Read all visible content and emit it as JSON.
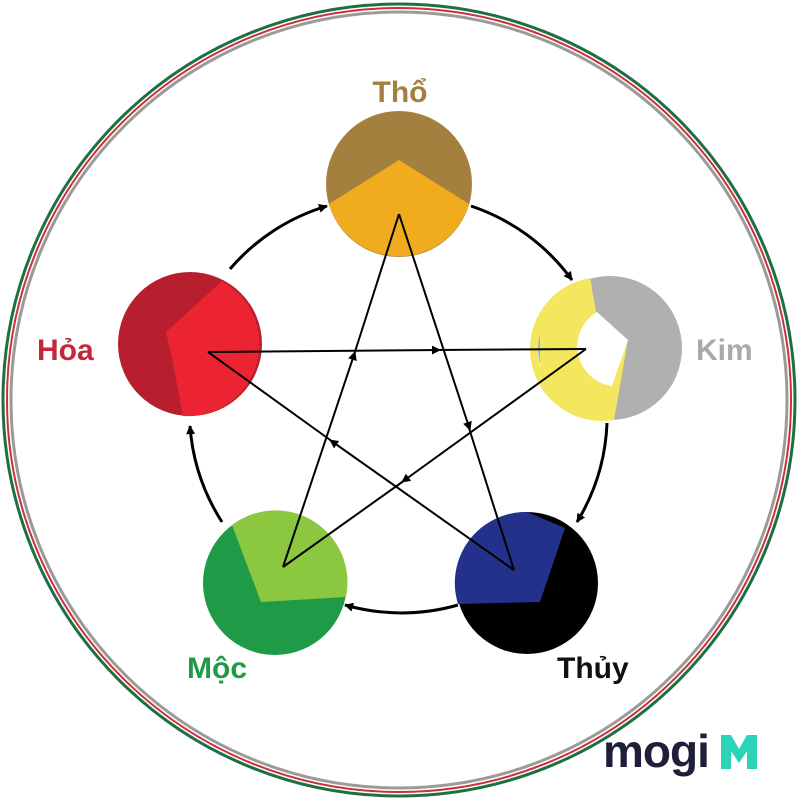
{
  "elements": [
    {
      "id": "tho",
      "label": "Thổ",
      "label_color": "#a4803e",
      "outer_color": "#a4803e",
      "inner_color": "#f0ab1f"
    },
    {
      "id": "kim",
      "label": "Kim",
      "label_color": "#a9a9a9",
      "outer_color": "#b0b0b0",
      "inner_color": "#f3e760"
    },
    {
      "id": "thuy",
      "label": "Thủy",
      "label_color": "#111111",
      "outer_color": "#000000",
      "inner_color": "#24318a"
    },
    {
      "id": "moc",
      "label": "Mộc",
      "label_color": "#1f9a46",
      "outer_color": "#1f9a46",
      "inner_color": "#8cc740"
    },
    {
      "id": "hoa",
      "label": "Hỏa",
      "label_color": "#c3283a",
      "outer_color": "#b71f2e",
      "inner_color": "#ec2330"
    }
  ],
  "generating_cycle": "tho → kim → thuy → moc → hoa → tho",
  "overcoming_cycle": "tho → thuy → hoa → kim → moc → tho",
  "brand": {
    "text": "mogi",
    "logo_color": "#2ad4b6",
    "text_color": "#1f1f3a"
  },
  "border_colors": [
    "#1e6f45",
    "#c9313b",
    "#9a9a9a"
  ]
}
